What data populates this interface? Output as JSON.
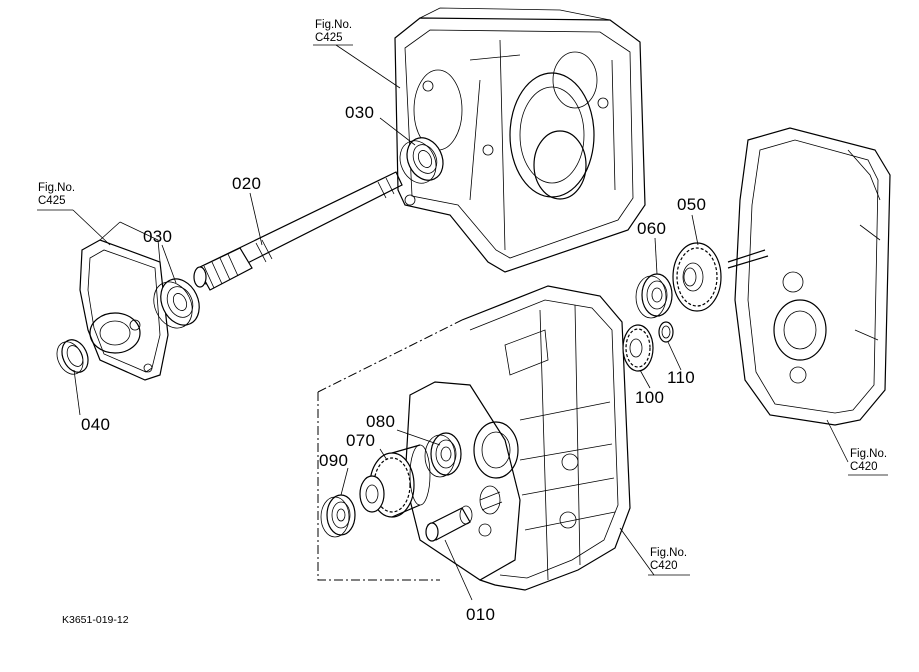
{
  "parts": {
    "p010": "010",
    "p020": "020",
    "p030a": "030",
    "p030b": "030",
    "p040": "040",
    "p050": "050",
    "p060": "060",
    "p070": "070",
    "p080": "080",
    "p090": "090",
    "p100": "100",
    "p110": "110"
  },
  "fig_refs": {
    "top_center": {
      "line1": "Fig.No.",
      "line2": "C425"
    },
    "left": {
      "line1": "Fig.No.",
      "line2": "C425"
    },
    "right": {
      "line1": "Fig.No.",
      "line2": "C420"
    },
    "bottom": {
      "line1": "Fig.No.",
      "line2": "C420"
    }
  },
  "drawing_code": "K3651-019-12"
}
